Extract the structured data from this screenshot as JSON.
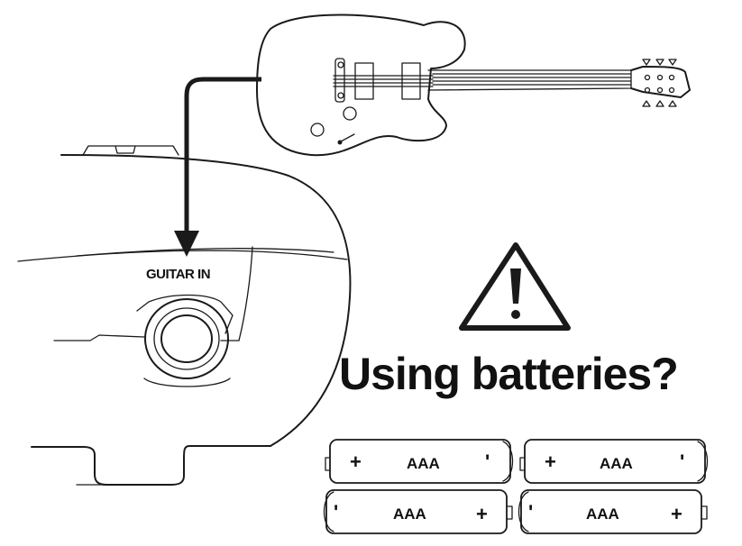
{
  "headline": "Using batteries?",
  "jack_label": "GUITAR IN",
  "batteries": [
    {
      "label": "AAA",
      "left_sign": "+",
      "right_sign": "'"
    },
    {
      "label": "AAA",
      "left_sign": "+",
      "right_sign": "'"
    },
    {
      "label": "AAA",
      "left_sign": "'",
      "right_sign": "+"
    },
    {
      "label": "AAA",
      "left_sign": "'",
      "right_sign": "+"
    }
  ],
  "warning_icon": "warning-triangle-icon",
  "colors": {
    "ink": "#1a1a1a",
    "background": "#ffffff"
  }
}
